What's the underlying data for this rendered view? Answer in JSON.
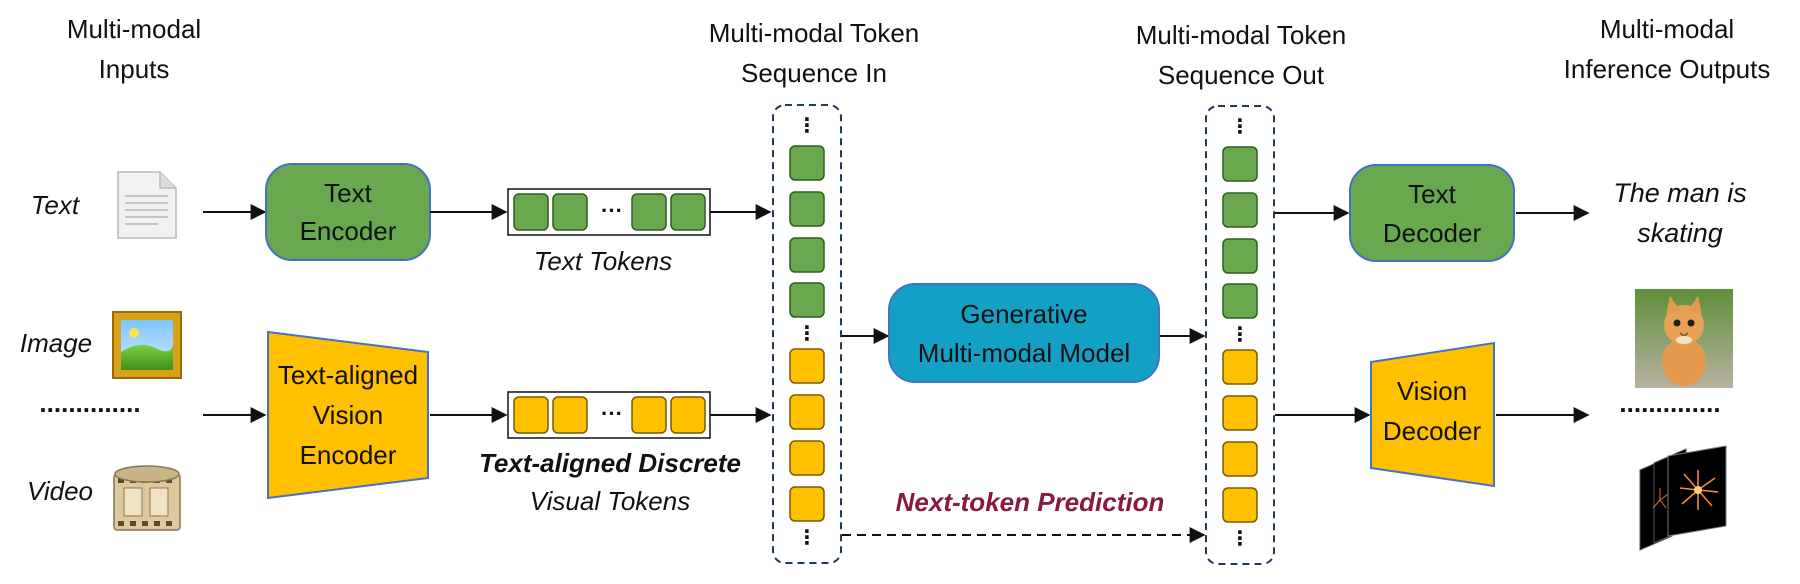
{
  "headers": {
    "inputs": [
      "Multi-modal",
      "Inputs"
    ],
    "seq_in": [
      "Multi-modal Token",
      "Sequence In"
    ],
    "seq_out": [
      "Multi-modal Token",
      "Sequence Out"
    ],
    "outputs": [
      "Multi-modal",
      "Inference Outputs"
    ]
  },
  "inputs": {
    "text": "Text",
    "image": "Image",
    "ellipsis": "..............",
    "video": "Video"
  },
  "modules": {
    "text_encoder": [
      "Text",
      "Encoder"
    ],
    "vision_encoder": [
      "Text-aligned",
      "Vision",
      "Encoder"
    ],
    "generative_model": [
      "Generative",
      "Multi-modal Model"
    ],
    "text_decoder": [
      "Text",
      "Decoder"
    ],
    "vision_decoder": [
      "Vision",
      "Decoder"
    ]
  },
  "token_rows": {
    "text_caption": "Text Tokens",
    "visual_caption_bold": "Text-aligned Discrete",
    "visual_caption": "Visual Tokens",
    "gap": "···"
  },
  "prediction_label": "Next-token Prediction",
  "outputs": {
    "text": [
      "The man is",
      "skating"
    ],
    "ellipsis": ".............."
  },
  "colors": {
    "green": "#6aa84f",
    "green_dark": "#2e5e1e",
    "yellow": "#ffc000",
    "yellow_dark": "#7a5a00",
    "blue": "#12a0c4",
    "encoder_border": "#4472c4",
    "prediction": "#8b1a3a",
    "seq_border": "#1f3864"
  },
  "icons": {
    "text": "document-icon",
    "image": "framed-landscape-icon",
    "video": "film-reel-icon",
    "out_image": "kitten-photo-icon",
    "out_video": "fireworks-frames-icon"
  }
}
